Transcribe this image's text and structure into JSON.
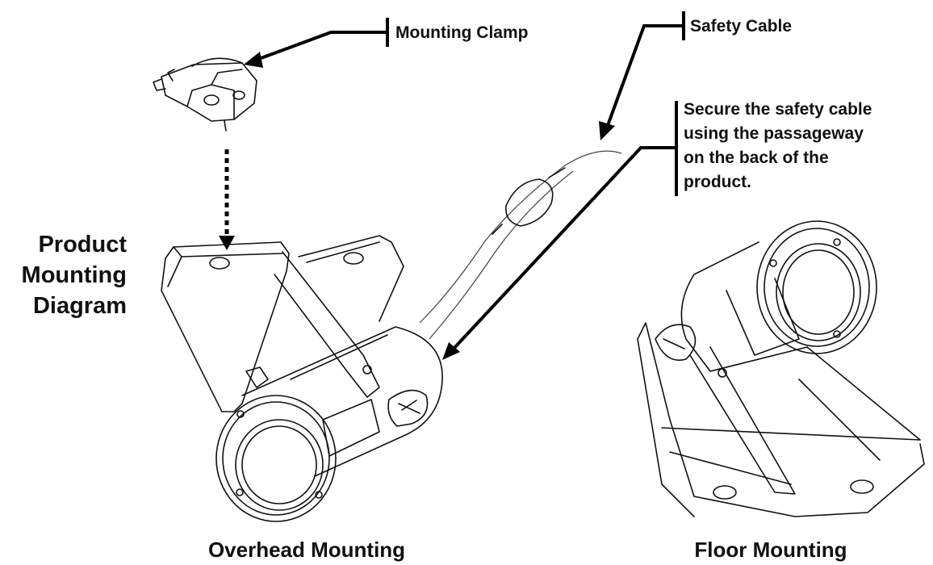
{
  "labels": {
    "mounting_clamp": "Mounting Clamp",
    "safety_cable": "Safety Cable",
    "note_lines": [
      "Secure the safety cable",
      "using the passageway",
      "on the back of the",
      "product."
    ]
  },
  "title_lines": [
    "Product",
    "Mounting",
    "Diagram"
  ],
  "captions": {
    "overhead": "Overhead Mounting",
    "floor": "Floor Mounting"
  }
}
